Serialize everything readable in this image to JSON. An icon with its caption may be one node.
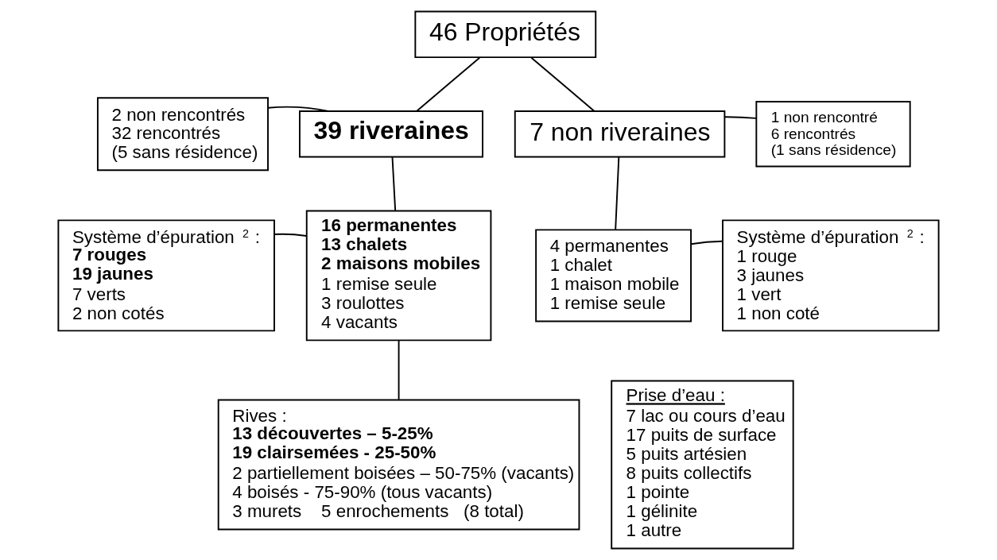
{
  "diagram": {
    "nodes": [
      {
        "text": [
          "46 Propriétés"
        ]
      },
      {
        "text": [
          "2 non rencontrés",
          "32 rencontrés",
          "(5 sans résidence)"
        ]
      },
      {
        "text": [
          "**39 riveraines**"
        ]
      },
      {
        "text": [
          "7 non riveraines"
        ]
      },
      {
        "text": [
          "1 non rencontré",
          "6 rencontrés",
          "(1 sans résidence)"
        ]
      },
      {
        "text": [
          "Système d’épuration$^{2}$ :",
          "**7 rouges**",
          "**19 jaunes**",
          "7 verts",
          "2 non cotés"
        ]
      },
      {
        "text": [
          "**16 permanentes**",
          "**13 chalets**",
          "**2 maisons mobiles**",
          "1 remise seule",
          "3 roulottes",
          "4 vacants"
        ]
      },
      {
        "text": [
          "4 permanentes",
          "1 chalet",
          "1 maison mobile",
          "1 remise seule"
        ]
      },
      {
        "text": [
          "Système d’épuration$^{2}$ :",
          "1 rouge",
          "3 jaunes",
          "1 vert",
          "1 non coté"
        ]
      },
      {
        "text": [
          "Rives :",
          "**13 découvertes – 5-25%**",
          "**19 clairsemées - 25-50%**",
          "2 partiellement boisées – 50-75% (vacants)",
          "4 boisés - 75-90% (tous vacants)",
          "3 murets    5 enrochements   (8 total)"
        ]
      },
      {
        "text": [
          "Prise d’eau :",
          "7 lac ou cours d’eau",
          "17 puits de surface",
          "5 puits artésien",
          "8 puits collectifs",
          "1 pointe",
          "1 gélinite",
          "1 autre"
        ]
      }
    ],
    "edges": [
      {
        "from": 0,
        "to": 2,
        "arrow": "none"
      },
      {
        "from": 0,
        "to": 3,
        "arrow": "none"
      },
      {
        "from": 1,
        "to": 2,
        "arrow": "none"
      },
      {
        "from": 3,
        "to": 4,
        "arrow": "none"
      },
      {
        "from": 2,
        "to": 6,
        "arrow": "none"
      },
      {
        "from": 3,
        "to": 7,
        "arrow": "none"
      },
      {
        "from": 5,
        "to": 6,
        "arrow": "none"
      },
      {
        "from": 7,
        "to": 8,
        "arrow": "none"
      },
      {
        "from": 6,
        "to": 9,
        "arrow": "none"
      }
    ]
  }
}
